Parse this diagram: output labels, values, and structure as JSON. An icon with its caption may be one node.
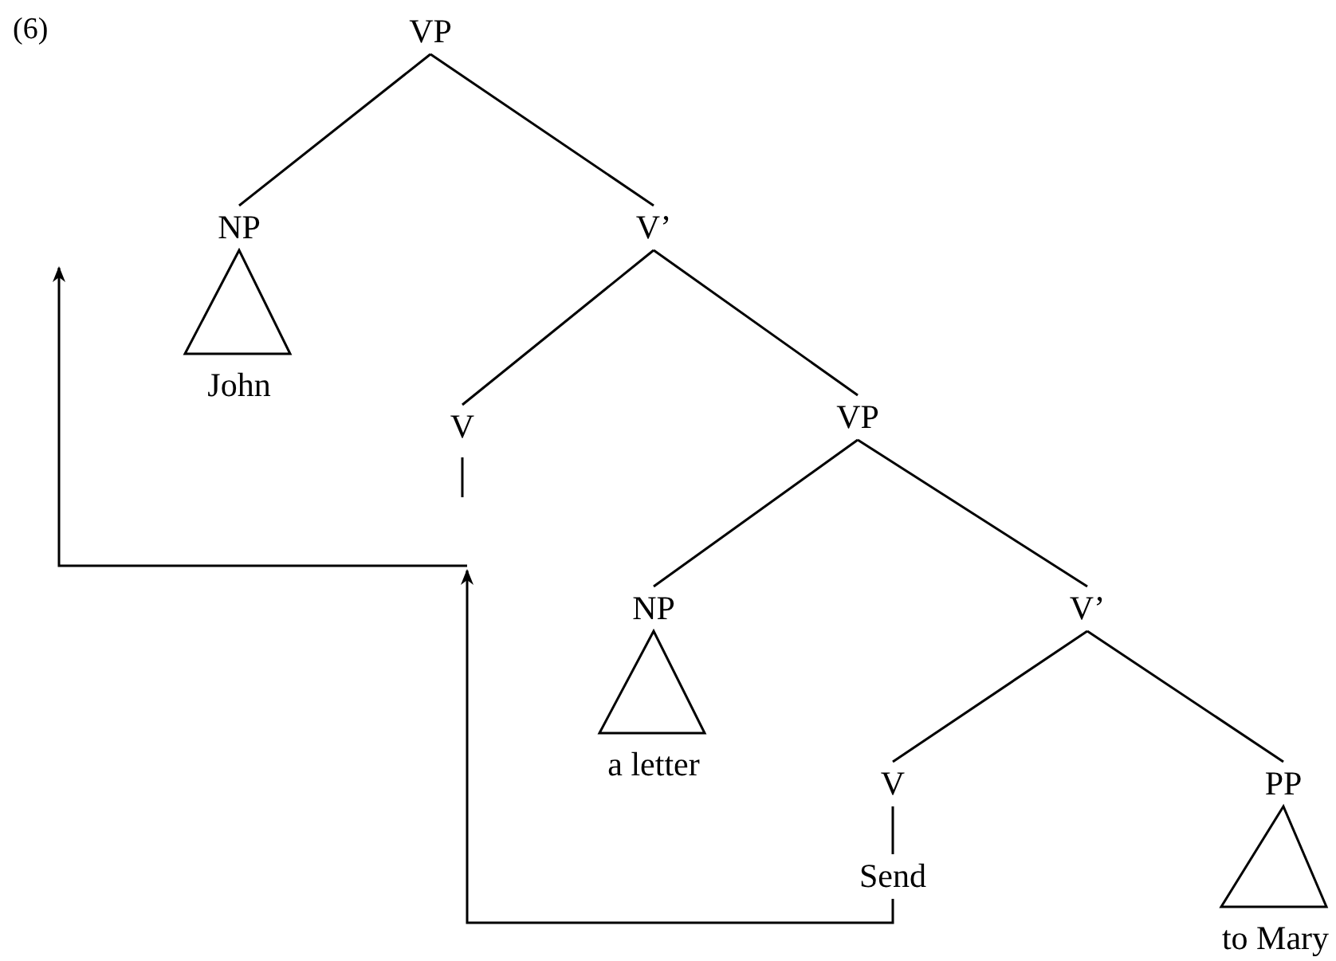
{
  "diagram": {
    "nodes": [
      {
        "text": [
          "VP"
        ]
      },
      {
        "text": [
          "NP"
        ]
      },
      {
        "text": [
          "John"
        ]
      },
      {
        "text": [
          "V’"
        ]
      },
      {
        "text": [
          "V"
        ]
      },
      {
        "text": [
          "VP"
        ]
      },
      {
        "text": [
          "NP"
        ]
      },
      {
        "text": [
          "a letter"
        ]
      },
      {
        "text": [
          "V’"
        ]
      },
      {
        "text": [
          "V"
        ]
      },
      {
        "text": [
          "Send"
        ]
      },
      {
        "text": [
          "PP"
        ]
      },
      {
        "text": [
          "to Mary"
        ]
      }
    ],
    "edges": [
      {
        "from": 0,
        "to": 1,
        "arrow": "none"
      },
      {
        "from": 0,
        "to": 3,
        "arrow": "none"
      },
      {
        "from": 1,
        "to": 2,
        "arrow": "none"
      },
      {
        "from": 3,
        "to": 4,
        "arrow": "none"
      },
      {
        "from": 3,
        "to": 5,
        "arrow": "none"
      },
      {
        "from": 4,
        "to": null,
        "arrow": "none"
      },
      {
        "from": 5,
        "to": 6,
        "arrow": "none"
      },
      {
        "from": 5,
        "to": 8,
        "arrow": "none"
      },
      {
        "from": 6,
        "to": 7,
        "arrow": "none"
      },
      {
        "from": 8,
        "to": 9,
        "arrow": "none"
      },
      {
        "from": 8,
        "to": 11,
        "arrow": "none"
      },
      {
        "from": 9,
        "to": 10,
        "arrow": "none"
      },
      {
        "from": 11,
        "to": 12,
        "arrow": "none"
      },
      {
        "from": 10,
        "to": 4,
        "arrow": "to"
      },
      {
        "from": 4,
        "to": null,
        "arrow": "to"
      }
    ],
    "labels": [
      "(6)"
    ]
  }
}
